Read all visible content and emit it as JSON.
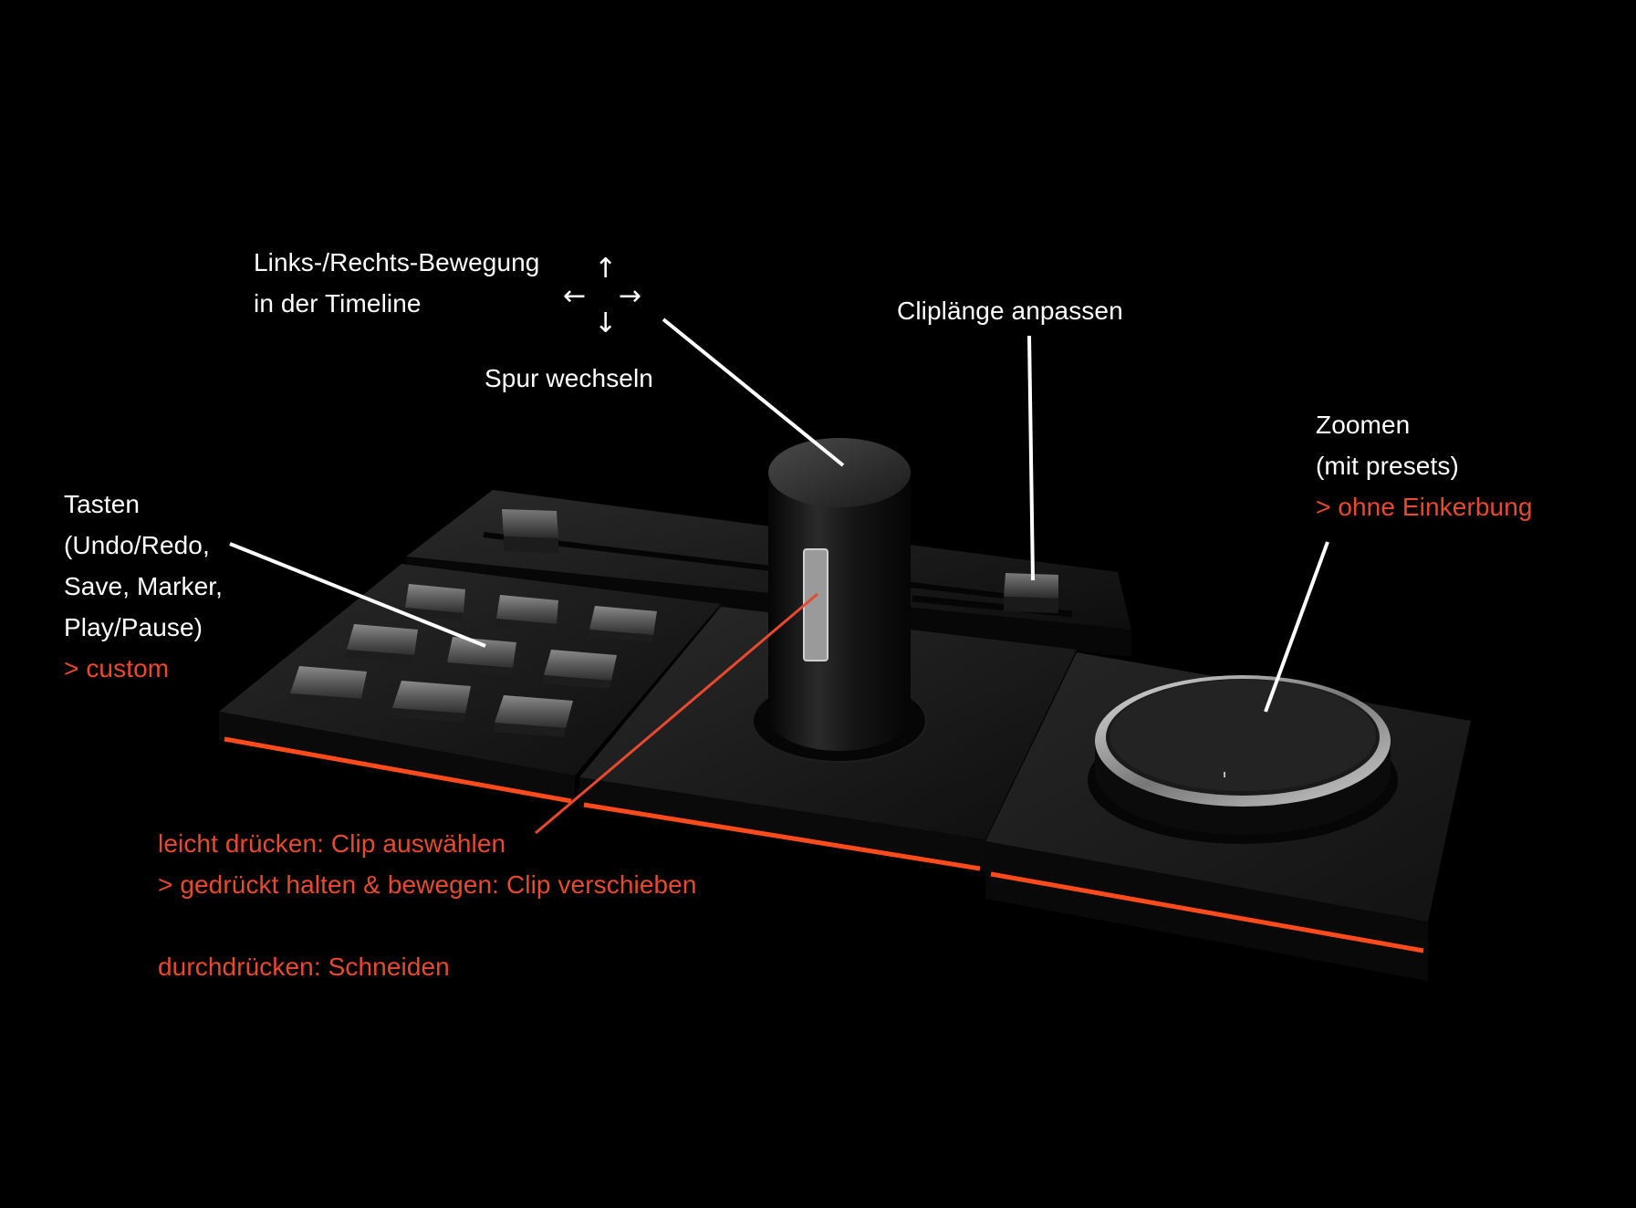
{
  "colors": {
    "background": "#000000",
    "text": "#ffffff",
    "accent": "#e8492f",
    "device_body": "#141414",
    "light_strip": "#ff4a1c"
  },
  "icons": {
    "move": [
      "arrow-up-icon",
      "arrow-left-icon",
      "arrow-right-icon",
      "arrow-down-icon"
    ]
  },
  "annotations": {
    "movement": {
      "line1": "Links-/Rechts-Bewegung",
      "line2": "in der Timeline",
      "track_change": "Spur wechseln"
    },
    "clip_length": {
      "text": "Cliplänge anpassen"
    },
    "zoom": {
      "line1": "Zoomen",
      "line2": "(mit presets)",
      "note": "> ohne Einkerbung"
    },
    "keys": {
      "line1": "Tasten",
      "line2": "(Undo/Redo,",
      "line3": "Save, Marker,",
      "line4": "Play/Pause)",
      "note": "> custom"
    },
    "joystick_press": {
      "line1": "leicht drücken: Clip auswählen",
      "line2": "> gedrückt halten & bewegen: Clip verschieben",
      "line3": "durchdrücken: Schneiden"
    }
  }
}
